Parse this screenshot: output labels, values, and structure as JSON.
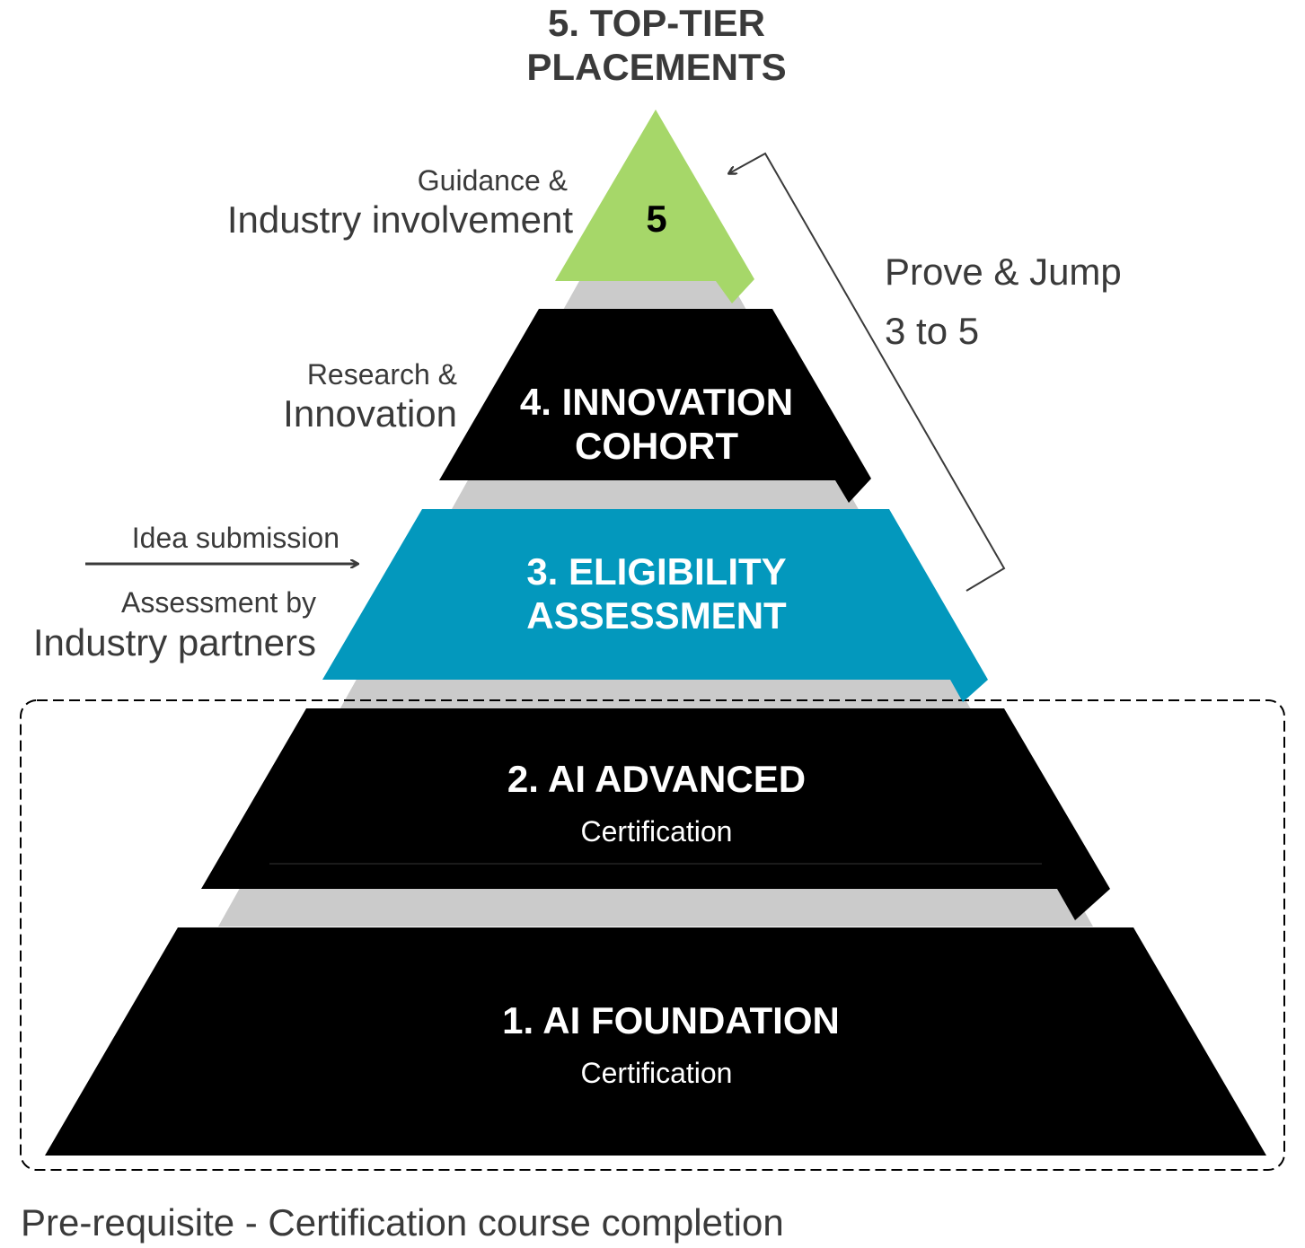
{
  "top": {
    "line1": "5. TOP-TIER",
    "line2": "PLACEMENTS"
  },
  "tiers": [
    {
      "number": "5"
    },
    {
      "line1": "4. INNOVATION",
      "line2": "COHORT"
    },
    {
      "line1": "3. ELIGIBILITY",
      "line2": "ASSESSMENT"
    },
    {
      "line1": "2. AI ADVANCED",
      "line2": "Certification"
    },
    {
      "line1": "1. AI FOUNDATION",
      "line2": "Certification"
    }
  ],
  "side_labels": {
    "guidance_small": "Guidance &",
    "guidance_big": "Industry involvement",
    "research_small": "Research &",
    "research_big": "Innovation",
    "idea": "Idea submission",
    "assessment_small": "Assessment by",
    "assessment_big": "Industry partners"
  },
  "jump": {
    "line1": "Prove & Jump",
    "line2": "3 to 5"
  },
  "footer": "Pre-requisite - Certification course completion",
  "colors": {
    "green": "#a6d769",
    "blue": "#0398bd",
    "black": "#000000",
    "grey": "#cbcbcb",
    "text": "#3a3a3a"
  }
}
